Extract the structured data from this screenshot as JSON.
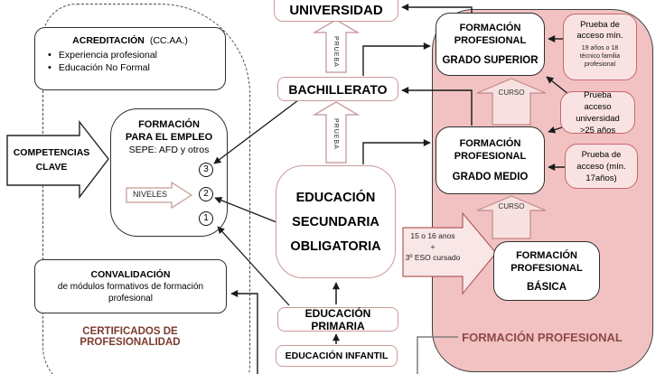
{
  "left": {
    "acreditacion_title_bold": "ACREDITACIÓN",
    "acreditacion_title_rest": "(CC.AA.)",
    "acreditacion_bullets": [
      "Experiencia profesional",
      "Educación No Formal"
    ],
    "competencias_line1": "COMPETENCIAS",
    "competencias_line2": "CLAVE",
    "empleo_line1": "FORMACIÓN",
    "empleo_line2": "PARA EL EMPLEO",
    "empleo_line3": "SEPE: AFD y otros",
    "niveles_label": "NIVELES",
    "level_3": "3",
    "level_2": "2",
    "level_1": "1",
    "convalidacion_title": "CONVALIDACIÓN",
    "convalidacion_body": "de módulos formativos de formación profesional",
    "caption": "CERTIFICADOS DE PROFESIONALIDAD"
  },
  "center": {
    "universidad": "UNIVERSIDAD",
    "prueba_top": "PRUEBA",
    "bachillerato": "BACHILLERATO",
    "prueba_bottom": "PRUEBA",
    "eso": [
      "EDUCACIÓN",
      "SECUNDARIA",
      "OBLIGATORIA"
    ],
    "primaria": "EDUCACIÓN PRIMARIA",
    "infantil": "EDUCACIÓN INFANTIL"
  },
  "right": {
    "grado_superior": [
      "FORMACIÓN",
      "PROFESIONAL",
      "GRADO SUPERIOR"
    ],
    "curso_top": "CURSO",
    "grado_medio": [
      "FORMACIÓN",
      "PROFESIONAL",
      "GRADO MEDIO"
    ],
    "curso_bottom": "CURSO",
    "basica": [
      "FORMACIÓN",
      "PROFESIONAL",
      "BÁSICA"
    ],
    "age_lines": [
      "15 o 16 anos",
      "+",
      "3º ESO cursado"
    ],
    "prueba_gs_main": "Prueba de acceso mín.",
    "prueba_gs_small": "19 años o 18 técnico familia profesional",
    "prueba_universidad": "Prueba acceso universidad >25 años",
    "prueba_gm": "Prueba de acceso (mín. 17años)",
    "caption": "FORMACIÓN PROFESIONAL"
  },
  "colors": {
    "panel_pink": "#f2c2c2",
    "box_light_pink": "#f9e2e2",
    "caption_left_maroon": "#7b3b30",
    "caption_right_maroon": "#8c4a47",
    "connector_black": "#1a1a1a",
    "connector_gray": "#7f7f7f",
    "pink_stroke": "#c4878a"
  }
}
